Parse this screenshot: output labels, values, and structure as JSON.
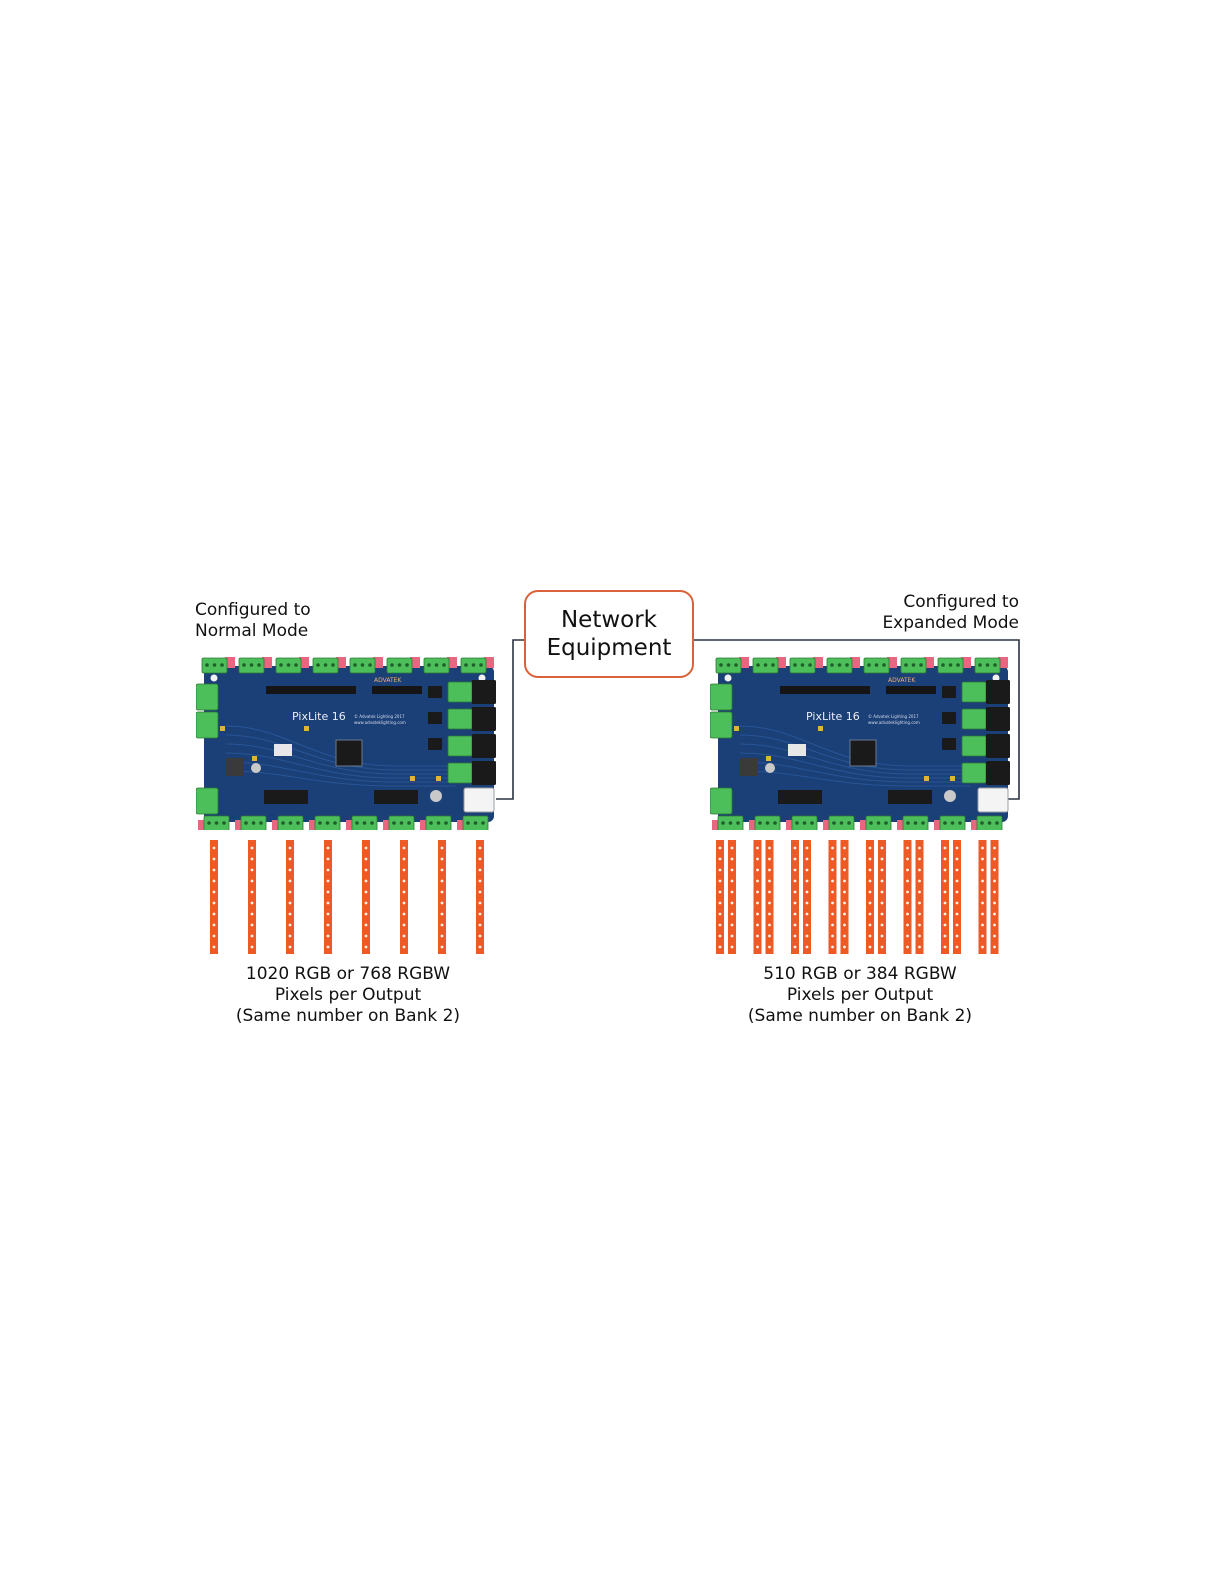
{
  "network": {
    "line1": "Network",
    "line2": "Equipment"
  },
  "left_controller": {
    "mode_line1": "Configured to",
    "mode_line2": "Normal Mode",
    "caption_line1": "1020 RGB or 768 RGBW",
    "caption_line2": "Pixels per Output",
    "caption_line3": "(Same number on Bank 2)",
    "strip_count": 8
  },
  "right_controller": {
    "mode_line1": "Configured to",
    "mode_line2": "Expanded Mode",
    "caption_line1": "510 RGB or 384 RGBW",
    "caption_line2": "Pixels per Output",
    "caption_line3": "(Same number on Bank 2)",
    "strip_count": 16
  },
  "board": {
    "brand": "ADVATEK",
    "model": "PixLite 16",
    "copyright": "© Advatek Lighting 2017",
    "url": "www.advateklighting.com"
  },
  "colors": {
    "pcb": "#1b3f77",
    "terminal": "#4cbf5a",
    "pin": "#e86680",
    "strip": "#ee5a26",
    "network_border": "#d9623a",
    "wire": "#2c3440"
  }
}
